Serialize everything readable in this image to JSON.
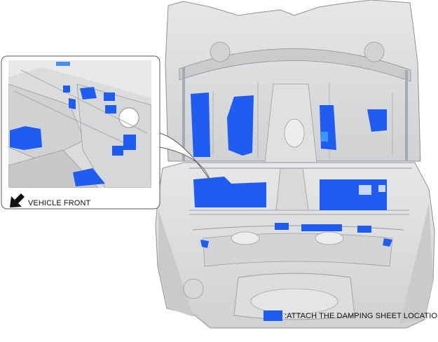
{
  "labels": {
    "vehicle_front": "VEHICLE FRONT",
    "legend": ":ATTACH THE DAMPING SHEET LOCATION"
  },
  "icons": {
    "direction": "arrow-down-left-icon",
    "legend_marker": "blue-square-swatch"
  },
  "colors": {
    "damping_sheet": "#1f5cf2",
    "body_panel": "#d4d6d8",
    "body_panel_light": "#e8e9ea",
    "outline": "#8e9296"
  }
}
